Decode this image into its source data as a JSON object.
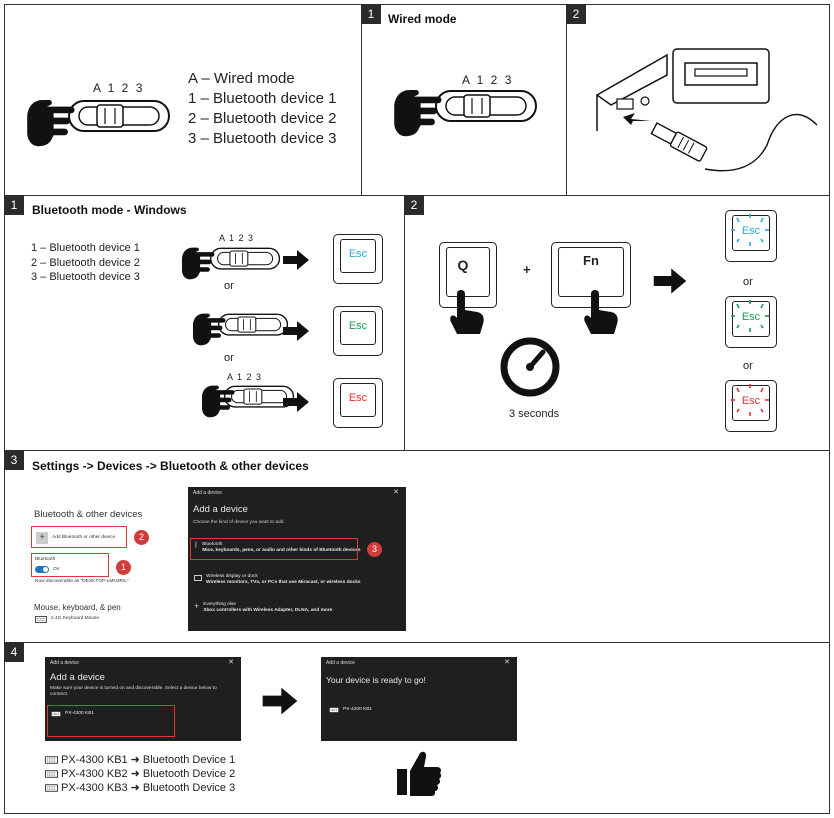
{
  "wired_legend": {
    "switch_labels": "A 1 2 3",
    "lines": [
      "A – Wired mode",
      "1 – Bluetooth device 1",
      "2 – Bluetooth device 2",
      "3 – Bluetooth device 3"
    ]
  },
  "wired_mode": {
    "step": "1",
    "title": "Wired mode",
    "switch_labels": "A 1 2 3"
  },
  "usb_step": {
    "step": "2"
  },
  "bt_windows": {
    "step": "1",
    "title": "Bluetooth mode - Windows",
    "lines": [
      "1 – Bluetooth device 1",
      "2 – Bluetooth device 2",
      "3 – Bluetooth device 3"
    ],
    "switch_labels": "A 1 2 3",
    "or_label": "or",
    "esc_label": "Esc",
    "esc_colors": [
      "#2aa7d8",
      "#1e9a56",
      "#e03030"
    ]
  },
  "pairing": {
    "step": "2",
    "key_q": "Q",
    "key_fn": "Fn",
    "plus": "+",
    "hold_time": "3 seconds",
    "or_label": "or",
    "esc_label": "Esc"
  },
  "settings": {
    "step": "3",
    "title": "Settings -> Devices -> Bluetooth & other devices",
    "heading": "Bluetooth & other devices",
    "add_label": "Add Bluetooth or other device",
    "bt_label": "Bluetooth",
    "toggle_state": "On",
    "discoverable": "Now discoverable as \"DESKTOP-LMN3RIL\"",
    "mouse_section": "Mouse, keyboard, & pen",
    "mouse_device": "2.4G Keyboard Mouse",
    "badge1": "1",
    "badge2": "2",
    "badge3": "3",
    "dialog": {
      "titlebar": "Add a device",
      "close": "✕",
      "heading": "Add a device",
      "subtitle": "Choose the kind of device you want to add.",
      "options": [
        {
          "title": "Bluetooth",
          "desc": "Mice, keyboards, pens, or audio and other kinds of Bluetooth devices"
        },
        {
          "title": "Wireless display or dock",
          "desc": "Wireless monitors, TVs, or PCs that use Miracast, or wireless docks"
        },
        {
          "title": "Everything else",
          "desc": "Xbox controllers with Wireless Adapter, DLNA, and more"
        }
      ]
    }
  },
  "step4": {
    "step": "4",
    "dialog1": {
      "titlebar": "Add a device",
      "close": "✕",
      "heading": "Add a device",
      "instructions": "Make sure your device is turned on and discoverable. Select a device below to connect.",
      "device": "PX-4300 KB1"
    },
    "dialog2": {
      "titlebar": "Add a device",
      "close": "✕",
      "heading": "Your device is ready to go!",
      "device": "PX-4300 KB1"
    },
    "mapping": [
      {
        "from": "PX-4300 KB1",
        "arrow": "➜",
        "to": "Bluetooth Device 1"
      },
      {
        "from": "PX-4300 KB2",
        "arrow": "➜",
        "to": "Bluetooth Device 2"
      },
      {
        "from": "PX-4300 KB3",
        "arrow": "➜",
        "to": "Bluetooth Device 3"
      }
    ]
  }
}
